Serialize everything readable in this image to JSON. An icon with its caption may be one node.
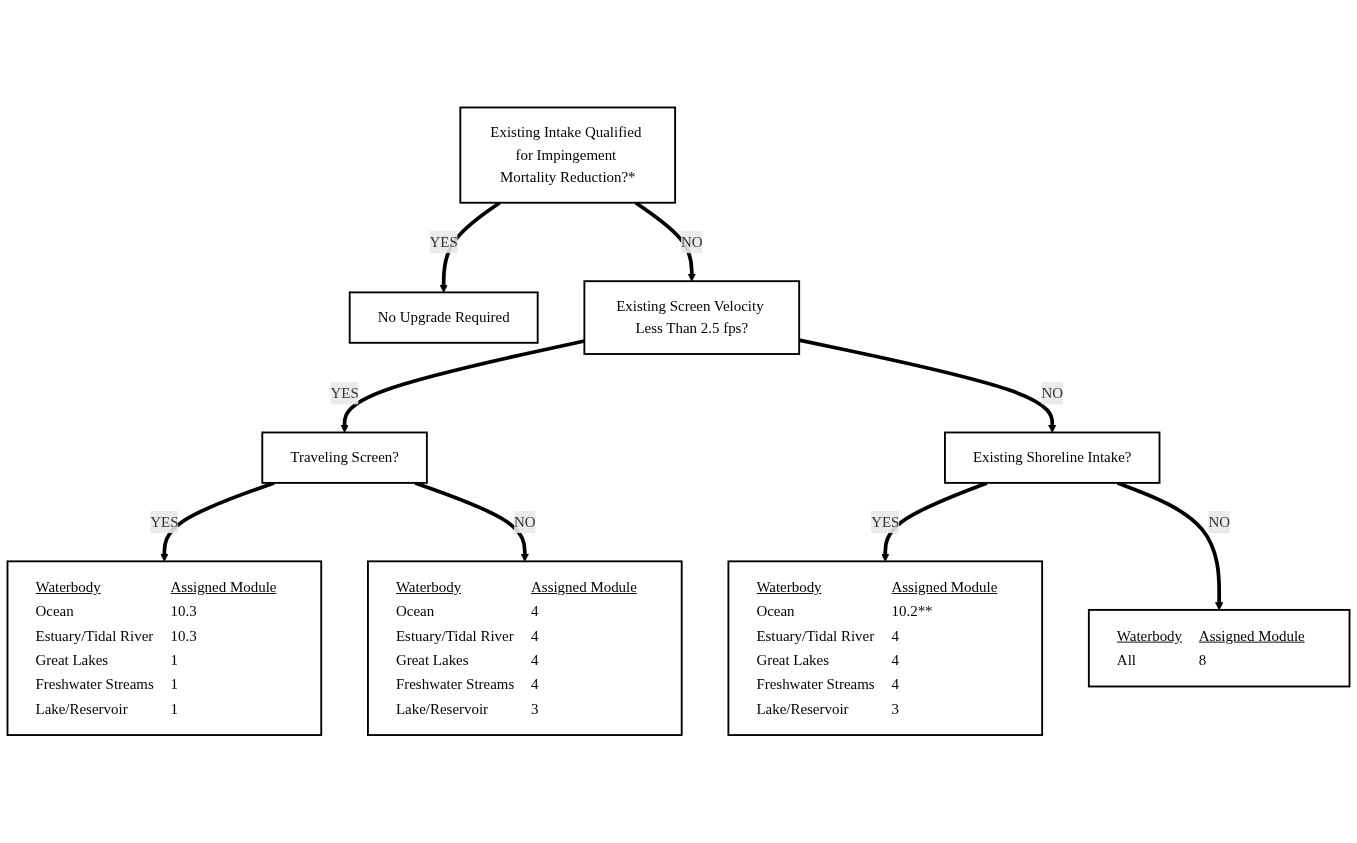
{
  "diagram": {
    "nodes": [
      {
        "text": [
          "Existing Intake Qualified for Impingement Mortality Reduction?*"
        ]
      },
      {
        "text": [
          "No Upgrade Required"
        ]
      },
      {
        "text": [
          "Existing Screen Velocity Less Than 2.5 fps?"
        ]
      },
      {
        "text": [
          "Traveling Screen?"
        ]
      },
      {
        "text": [
          "Waterbody",
          "Assigned Module",
          "Ocean",
          "10.3",
          "Estuary/Tidal River",
          "10.3",
          "Great Lakes",
          "1",
          "Freshwater Streams",
          "1",
          "Lake/Reservoir",
          "1"
        ]
      },
      {
        "text": [
          "Waterbody",
          "Assigned Module",
          "Ocean",
          "4",
          "Estuary/Tidal River",
          "4",
          "Great Lakes",
          "4",
          "Freshwater Streams",
          "4",
          "Lake/Reservoir",
          "3"
        ]
      },
      {
        "text": [
          "Existing Shoreline Intake?"
        ]
      },
      {
        "text": [
          "Waterbody",
          "Assigned Module",
          "Ocean",
          "10.2**",
          "Estuary/Tidal River",
          "4",
          "Great Lakes",
          "4",
          "Freshwater Streams",
          "4",
          "Lake/Reservoir",
          "3"
        ]
      },
      {
        "text": [
          "Waterbody",
          "Assigned Module",
          "All",
          "8"
        ]
      }
    ],
    "edges": [
      {
        "from": 0,
        "to": 1,
        "arrow": "to",
        "label": "YES"
      },
      {
        "from": 0,
        "to": 2,
        "arrow": "to",
        "label": "NO"
      },
      {
        "from": 2,
        "to": 3,
        "arrow": "to",
        "label": "YES"
      },
      {
        "from": 3,
        "to": 4,
        "arrow": "to",
        "label": "YES"
      },
      {
        "from": 3,
        "to": 5,
        "arrow": "to",
        "label": "NO"
      },
      {
        "from": 2,
        "to": 6,
        "arrow": "to",
        "label": "NO"
      },
      {
        "from": 6,
        "to": 7,
        "arrow": "to",
        "label": "YES"
      },
      {
        "from": 6,
        "to": 8,
        "arrow": "to",
        "label": "NO"
      }
    ]
  }
}
